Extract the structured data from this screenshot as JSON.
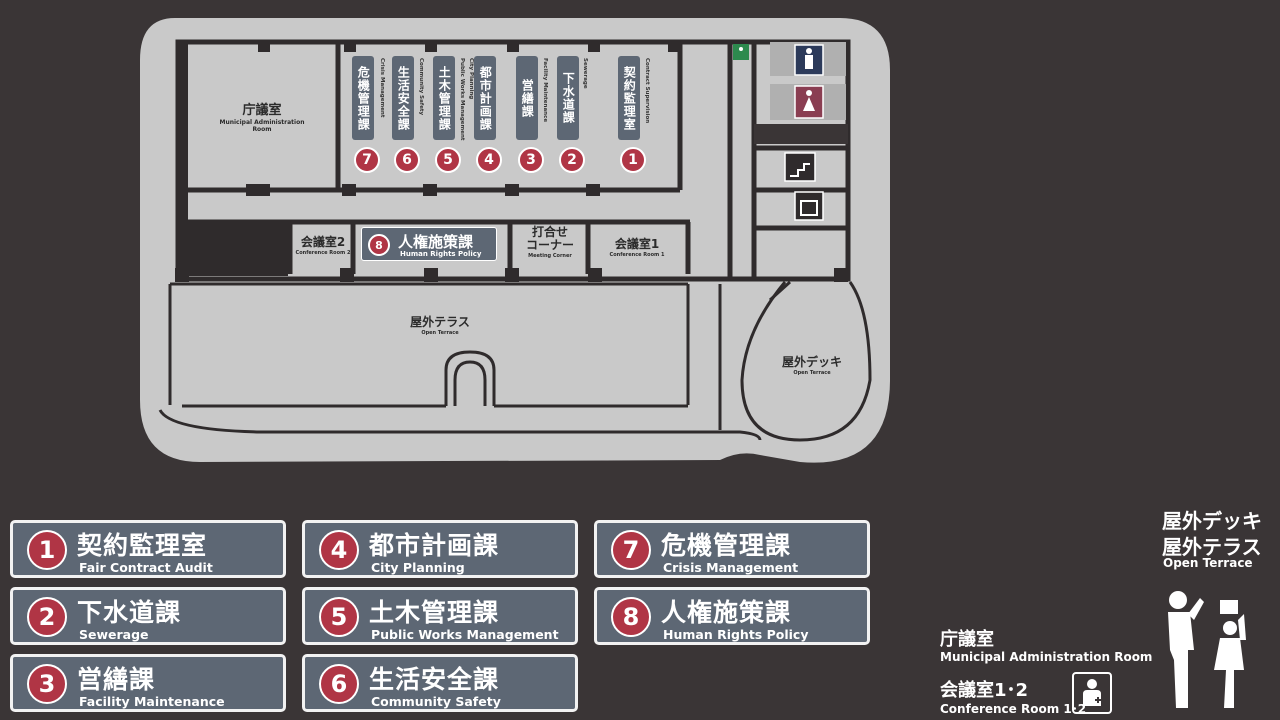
{
  "colors": {
    "background": "#3a3536",
    "floor": "#c9c9c9",
    "wall": "#2f2b2c",
    "sign": "#5d6774",
    "badge": "#b03545",
    "male": "#2c3a5a",
    "female": "#8a3e52"
  },
  "map": {
    "rooms": {
      "admin": {
        "jp": "庁議室",
        "en": "Municipal Administration Room"
      },
      "conf2": {
        "jp": "会議室2",
        "en": "Conference Room 2"
      },
      "conf1": {
        "jp": "会議室1",
        "en": "Conference Room 1"
      },
      "meeting": {
        "jp1": "打合せ",
        "jp2": "コーナー",
        "en": "Meeting Corner"
      },
      "terrace": {
        "jp": "屋外テラス",
        "en": "Open Terrace"
      },
      "deck": {
        "jp": "屋外デッキ",
        "en": "Open Terrace"
      }
    },
    "vertical_signs": [
      {
        "num": "7",
        "jp": "危機管理課",
        "en": "Crisis Management"
      },
      {
        "num": "6",
        "jp": "生活安全課",
        "en": "Community Safety"
      },
      {
        "num": "5",
        "jp": "土木管理課",
        "en": "Public Works Management"
      },
      {
        "num": "4",
        "jp": "都市計画課",
        "en": "City Planning"
      },
      {
        "num": "3",
        "jp": "営繕課",
        "en": "Facility Maintenance"
      },
      {
        "num": "2",
        "jp": "下水道課",
        "en": "Sewerage"
      },
      {
        "num": "1",
        "jp": "契約監理室",
        "en": "Contract Supervision"
      }
    ],
    "human_rights_sign": {
      "num": "8",
      "jp": "人権施策課",
      "en": "Human Rights Policy"
    },
    "icons": [
      "wheelchair-icon",
      "male-restroom-icon",
      "female-restroom-icon",
      "stairs-icon",
      "elevator-icon"
    ]
  },
  "legend": [
    {
      "num": "1",
      "jp": "契約監理室",
      "en": "Fair Contract Audit"
    },
    {
      "num": "2",
      "jp": "下水道課",
      "en": "Sewerage"
    },
    {
      "num": "3",
      "jp": "営繕課",
      "en": "Facility Maintenance"
    },
    {
      "num": "4",
      "jp": "都市計画課",
      "en": "City Planning"
    },
    {
      "num": "5",
      "jp": "土木管理課",
      "en": "Public Works Management"
    },
    {
      "num": "6",
      "jp": "生活安全課",
      "en": "Community Safety"
    },
    {
      "num": "7",
      "jp": "危機管理課",
      "en": "Crisis Management"
    },
    {
      "num": "8",
      "jp": "人権施策課",
      "en": "Human Rights Policy"
    }
  ],
  "side": {
    "deck": "屋外デッキ",
    "terrace": "屋外テラス",
    "open_terrace": "Open Terrace",
    "admin_jp": "庁議室",
    "admin_en": "Municipal Administration Room",
    "conf_jp": "会議室1･2",
    "conf_en": "Conference Room 1･2"
  }
}
